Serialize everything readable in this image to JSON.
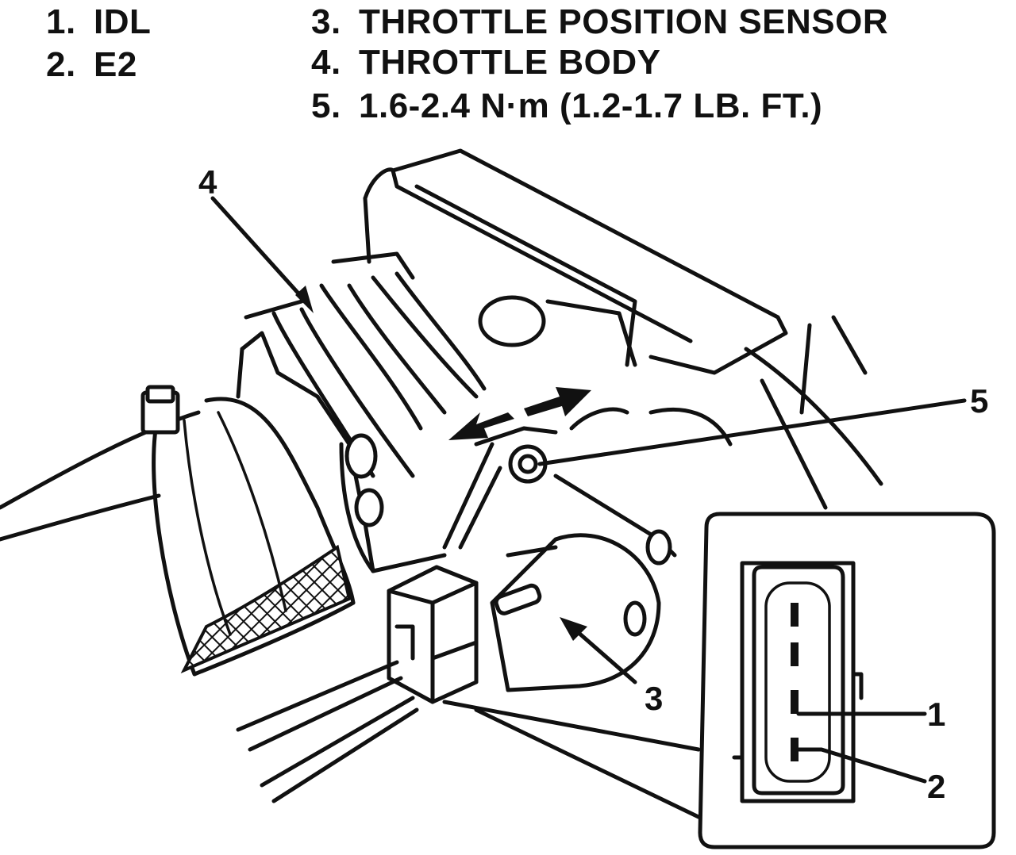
{
  "legend": [
    {
      "num": "1.",
      "text": "IDL"
    },
    {
      "num": "2.",
      "text": "E2"
    },
    {
      "num": "3.",
      "text": "THROTTLE POSITION SENSOR"
    },
    {
      "num": "4.",
      "text": "THROTTLE BODY"
    },
    {
      "num": "5.",
      "text": "1.6-2.4 N·m (1.2-1.7 LB. FT.)"
    }
  ],
  "callouts": {
    "c1": "1",
    "c2": "2",
    "c3": "3",
    "c4": "4",
    "c5": "5"
  },
  "colors": {
    "ink": "#111111",
    "paper": "#ffffff"
  }
}
